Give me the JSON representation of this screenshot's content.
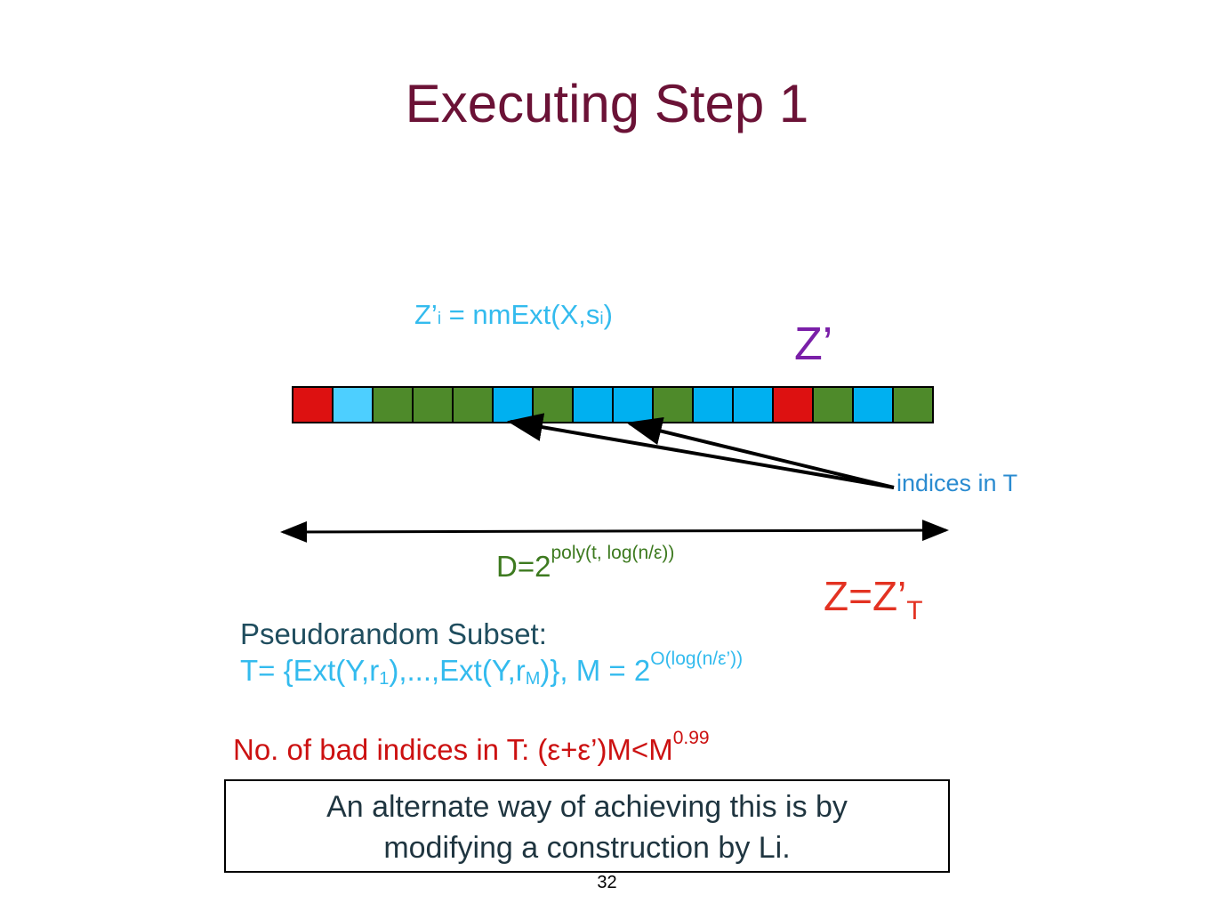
{
  "slide": {
    "title": "Executing Step 1",
    "zi_label": {
      "pre": "Z’",
      "i1": "i",
      "mid": " = nmExt(X,s",
      "i2": "i",
      "post": ")"
    },
    "zprime_label": "Z’",
    "cells": [
      "red",
      "lightblue",
      "green",
      "green",
      "green",
      "blue",
      "green",
      "blue",
      "blue",
      "green",
      "blue",
      "blue",
      "red",
      "green",
      "blue",
      "green"
    ],
    "colors": {
      "red": "#dd1111",
      "lightblue": "#4dcfff",
      "blue": "#00b0f0",
      "green": "#4e8a2a"
    },
    "indices_label": "indices in T",
    "d_label": {
      "base": "D=2",
      "exp": "poly(t, log(n/ε))"
    },
    "z_label": {
      "base": "Z=Z’",
      "sub": "T"
    },
    "subset_heading": "Pseudorandom Subset:",
    "subset_formula": {
      "p1": "T= {Ext(Y,r",
      "s1": "1",
      "p2": "),...,Ext(Y,r",
      "s2": "M",
      "p3": ")},  M = 2",
      "exp": "O(log(n/ε’))"
    },
    "bad_indices": {
      "base": "No. of bad indices in T: (ε+ε’)M<M",
      "exp": "0.99"
    },
    "note": {
      "line1": "An alternate way of achieving this is by",
      "line2": "modifying a construction by Li."
    },
    "page_number": "32"
  }
}
